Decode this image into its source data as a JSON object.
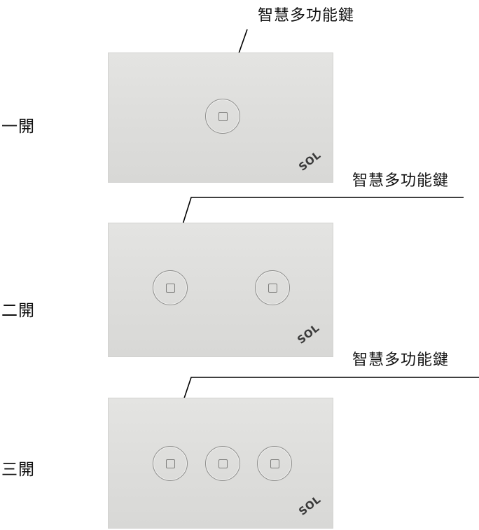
{
  "switches": [
    {
      "label": "一開",
      "button_count": 1,
      "callout": "智慧多功能鍵",
      "logo": "SOL"
    },
    {
      "label": "二開",
      "button_count": 2,
      "callout": "智慧多功能鍵",
      "logo": "SOL"
    },
    {
      "label": "三開",
      "button_count": 3,
      "callout": "智慧多功能鍵",
      "logo": "SOL"
    }
  ],
  "colors": {
    "panel": "#dededc",
    "key_outline": "#8e8e8c",
    "text": "#111111",
    "leader_line": "#000000"
  },
  "icons": {
    "key": "square-icon"
  }
}
